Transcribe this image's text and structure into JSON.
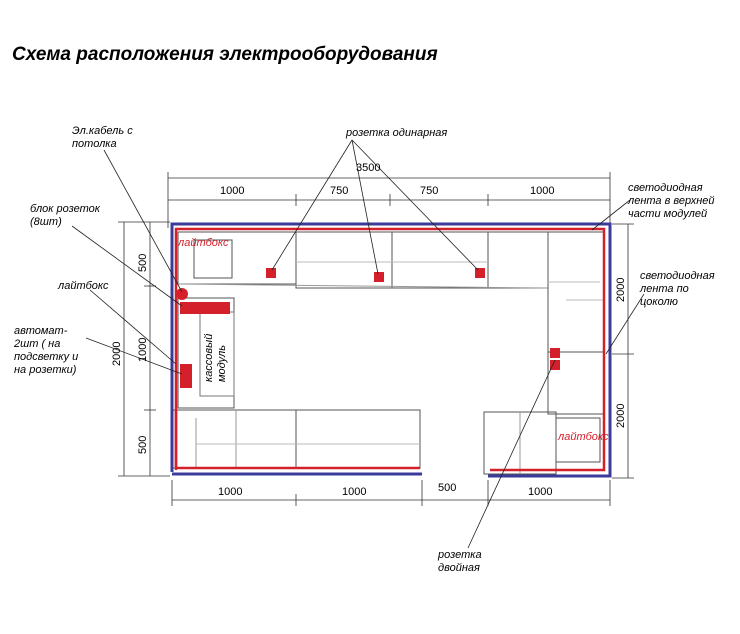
{
  "title": "Схема расположения электрооборудования",
  "colors": {
    "outline": "#3b3b9c",
    "led": "#d4202a",
    "socket": "#d4202a",
    "module": "#555555",
    "dimension": "#222222"
  },
  "labels": {
    "cable_l1": "Эл.кабель с",
    "cable_l2": "потолка",
    "block_l1": "блок розеток",
    "block_l2": "(8шт)",
    "lightbox": "лайтбокс",
    "breaker_l1": "автомат-",
    "breaker_l2": "2шт ( на",
    "breaker_l3": "подсветку и",
    "breaker_l4": "на розетки)",
    "single_socket": "розетка  одинарная",
    "led_top_l1": "светодиодная",
    "led_top_l2": "лента в верхней",
    "led_top_l3": "части модулей",
    "led_plinth_l1": "светодиодная",
    "led_plinth_l2": "лента по",
    "led_plinth_l3": "цоколю",
    "double_l1": "розетка",
    "double_l2": "двойная",
    "lightbox_tl": "лайтбокс",
    "lightbox_br": "лайтбокс",
    "cash_l1": "кассовый",
    "cash_l2": "модуль"
  },
  "dimensions": {
    "top_total": "3500",
    "top_1": "1000",
    "top_2": "750",
    "top_3": "750",
    "top_4": "1000",
    "bottom_1": "1000",
    "bottom_2": "1000",
    "bottom_3": "500",
    "bottom_4": "1000",
    "left_total": "2000",
    "left_1": "500",
    "left_2": "1000",
    "left_3": "500",
    "right_1": "2000",
    "right_2": "2000"
  }
}
